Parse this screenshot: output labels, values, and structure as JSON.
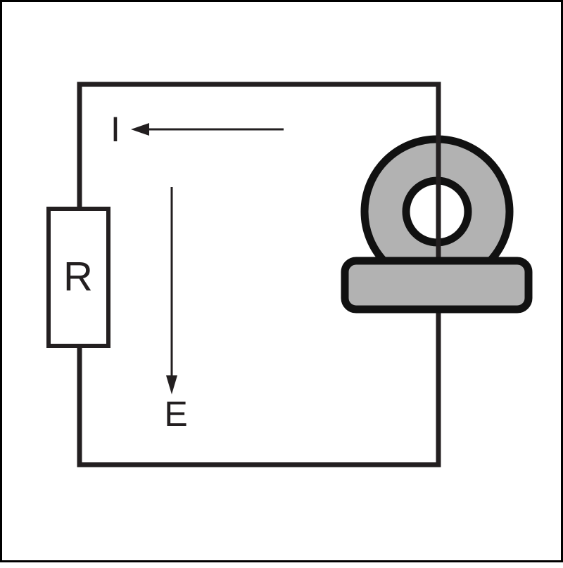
{
  "diagram": {
    "type": "circuit-diagram",
    "labels": {
      "resistor": "R",
      "current": "I",
      "emf": "E"
    },
    "colors": {
      "wire": "#231f20",
      "arrow": "#231f20",
      "toroid_fill": "#b2b2b2",
      "toroid_stroke": "#111111",
      "base_fill": "#b2b2b2",
      "base_stroke": "#111111",
      "resistor_fill": "#ffffff",
      "hole_fill": "#ffffff",
      "background": "#ffffff",
      "frame": "#000000"
    }
  }
}
